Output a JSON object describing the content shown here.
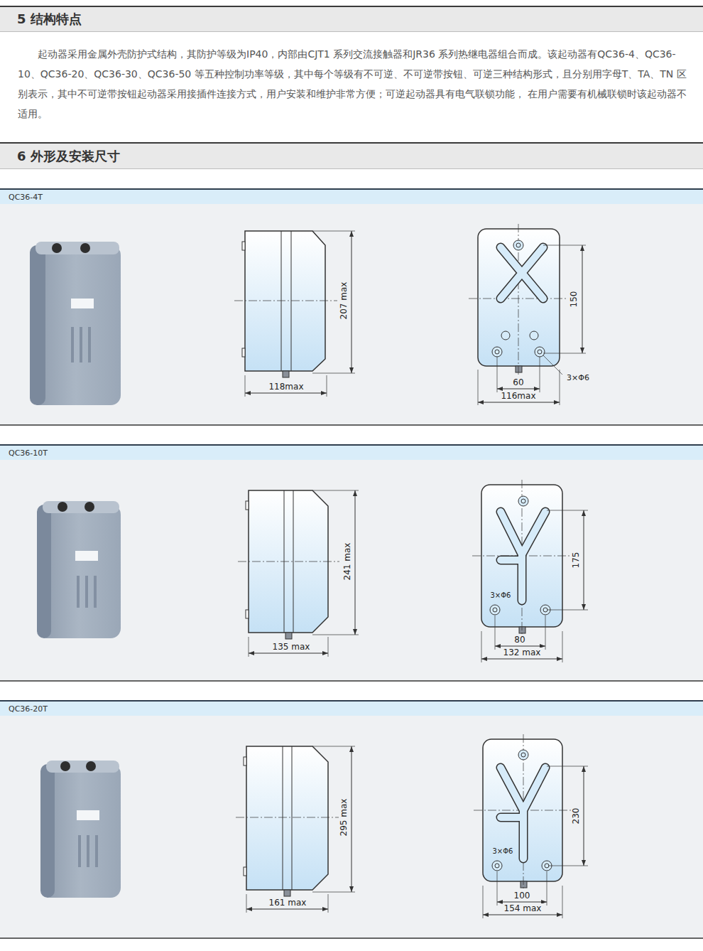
{
  "diagram": {
    "nodes": [
      {
        "text": [
          "5 结构特点"
        ]
      },
      {
        "text": [
          "6 外形及安装尺寸"
        ]
      },
      {
        "text": [
          "QC36-4T"
        ]
      },
      {
        "text": [
          "QC36-10T"
        ]
      },
      {
        "text": [
          "QC36-20T"
        ]
      }
    ],
    "labels": [
      "起动器采用金属外壳防护式结构，其防护等级为IP40，内部由CJT1 系列交流接触器和JR36 系列热继电器组合而成。该起动器有QC36-4、QC36-10、QC36-20、QC36-30、QC36-50 等五种控制功率等级，其中每个等级有不可逆、不可逆带按钮、可逆三种结构形式，且分别用字母T、TA、TN 区别表示，其中不可逆带按钮起动器采用接插件连接方式，用户安装和维护非常方便；可逆起动器具有电气联锁功能， 在用户需要有机械联锁时该起动器不适用。",
      "207 max",
      "118max",
      "150",
      "60",
      "116max",
      "3×Φ6",
      "241 max",
      "135 max",
      "175",
      "80",
      "132 max",
      "3×Φ6",
      "295 max",
      "161 max",
      "230",
      "100",
      "154 max",
      "3×Φ6"
    ]
  }
}
